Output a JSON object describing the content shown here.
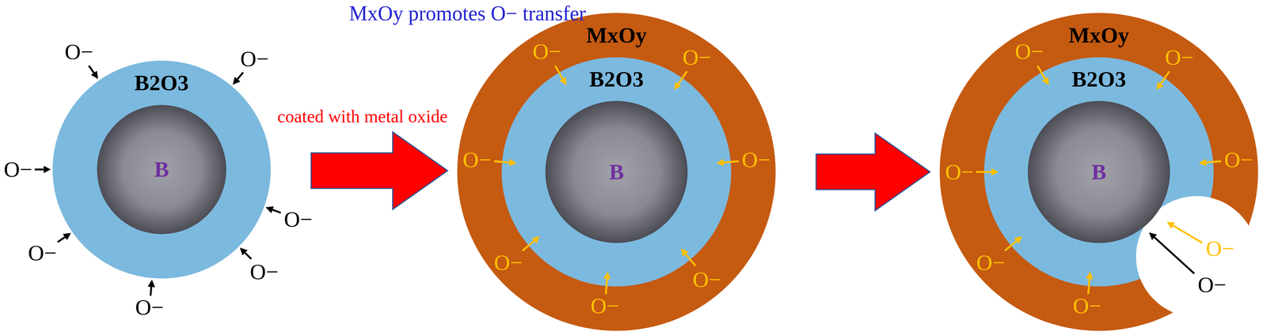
{
  "diagram": {
    "title": "MxOy promotes O− transfer",
    "nodes": [
      {
        "text": [
          "B2O3"
        ]
      },
      {
        "text": [
          "B"
        ],
        "in": 0
      },
      {
        "text": [
          "MxOy"
        ]
      },
      {
        "text": [
          "B2O3"
        ],
        "in": 2
      },
      {
        "text": [
          "B"
        ],
        "in": 3
      },
      {
        "text": [
          "MxOy"
        ]
      },
      {
        "text": [
          "B2O3"
        ],
        "in": 5
      },
      {
        "text": [
          "B"
        ],
        "in": 6
      }
    ],
    "edges": [
      {
        "from": 0,
        "to": 2,
        "arrow": "to",
        "label": "coated with metal oxide"
      },
      {
        "from": 2,
        "to": 5,
        "arrow": "to"
      }
    ],
    "labels": [
      "O−",
      "O−",
      "O−",
      "O−",
      "O−",
      "O−",
      "O−",
      "O−",
      "O−",
      "O−",
      "O−",
      "O−",
      "O−",
      "O−",
      "O−",
      "O−",
      "O−",
      "O−",
      "O−",
      "O−",
      "O−",
      "O−"
    ]
  }
}
